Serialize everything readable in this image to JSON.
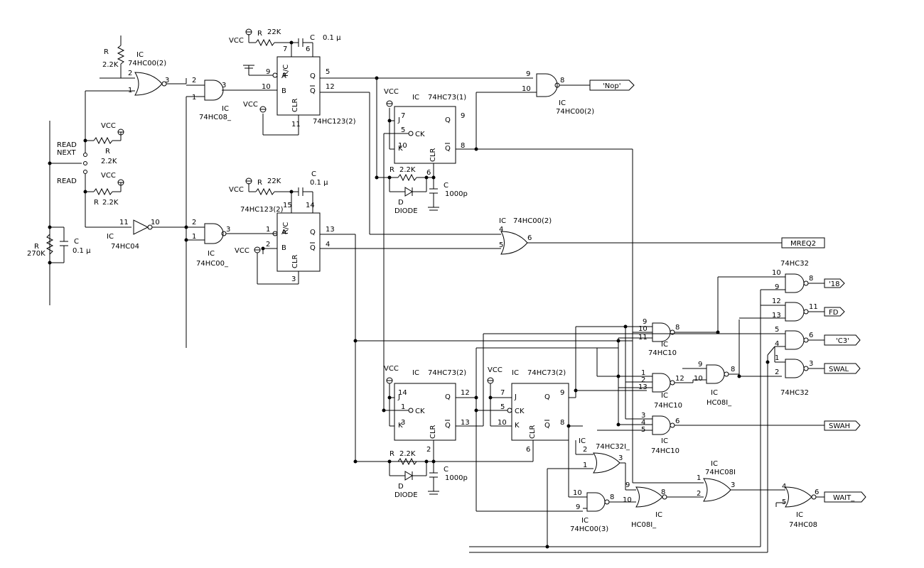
{
  "labels": {
    "vcc": "VCC",
    "ic": "IC",
    "r": "R",
    "c": "C",
    "d": "D",
    "diode": "DIODE",
    "r_2k2": "2.2K",
    "r_22k": "22K",
    "r_270k": "270K",
    "c_01u": "0.1 μ",
    "c_1000p": "1000p",
    "read_next_1": "READ",
    "read_next_2": "NEXT",
    "read": "READ",
    "ic_74hc00_2": "74HC00(2)",
    "ic_74hc00_3": "74HC00(3)",
    "ic_74hc08": "74HC08_",
    "ic_74hc00": "74HC00_",
    "ic_74hc04": "74HC04",
    "ic_74hc123_2": "74HC123(2)",
    "ic_74hc73_1": "74HC73(1)",
    "ic_74hc73_2": "74HC73(2)",
    "ic_74hc10": "74HC10",
    "ic_74hc32": "74HC32",
    "ic_74hc32i": "74HC32I_",
    "ic_74hc08i": "74HC08I",
    "ic_hc08i": "HC08I_",
    "ic_74hc08b": "74HC08",
    "pin_a": "A",
    "pin_b": "B",
    "pin_q": "Q",
    "pin_qb": "Q",
    "pin_rc": "R/C",
    "pin_clr": "CLR",
    "pin_j": "J",
    "pin_k": "K",
    "pin_ck": "CK"
  },
  "signals": {
    "nop": "'Nop'",
    "mreq2": "MREQ2",
    "s18": "'18",
    "fd": "FD",
    "c3": "'C3'",
    "swal": "SWAL",
    "swah": "SWAH",
    "wait": "WAIT_"
  }
}
